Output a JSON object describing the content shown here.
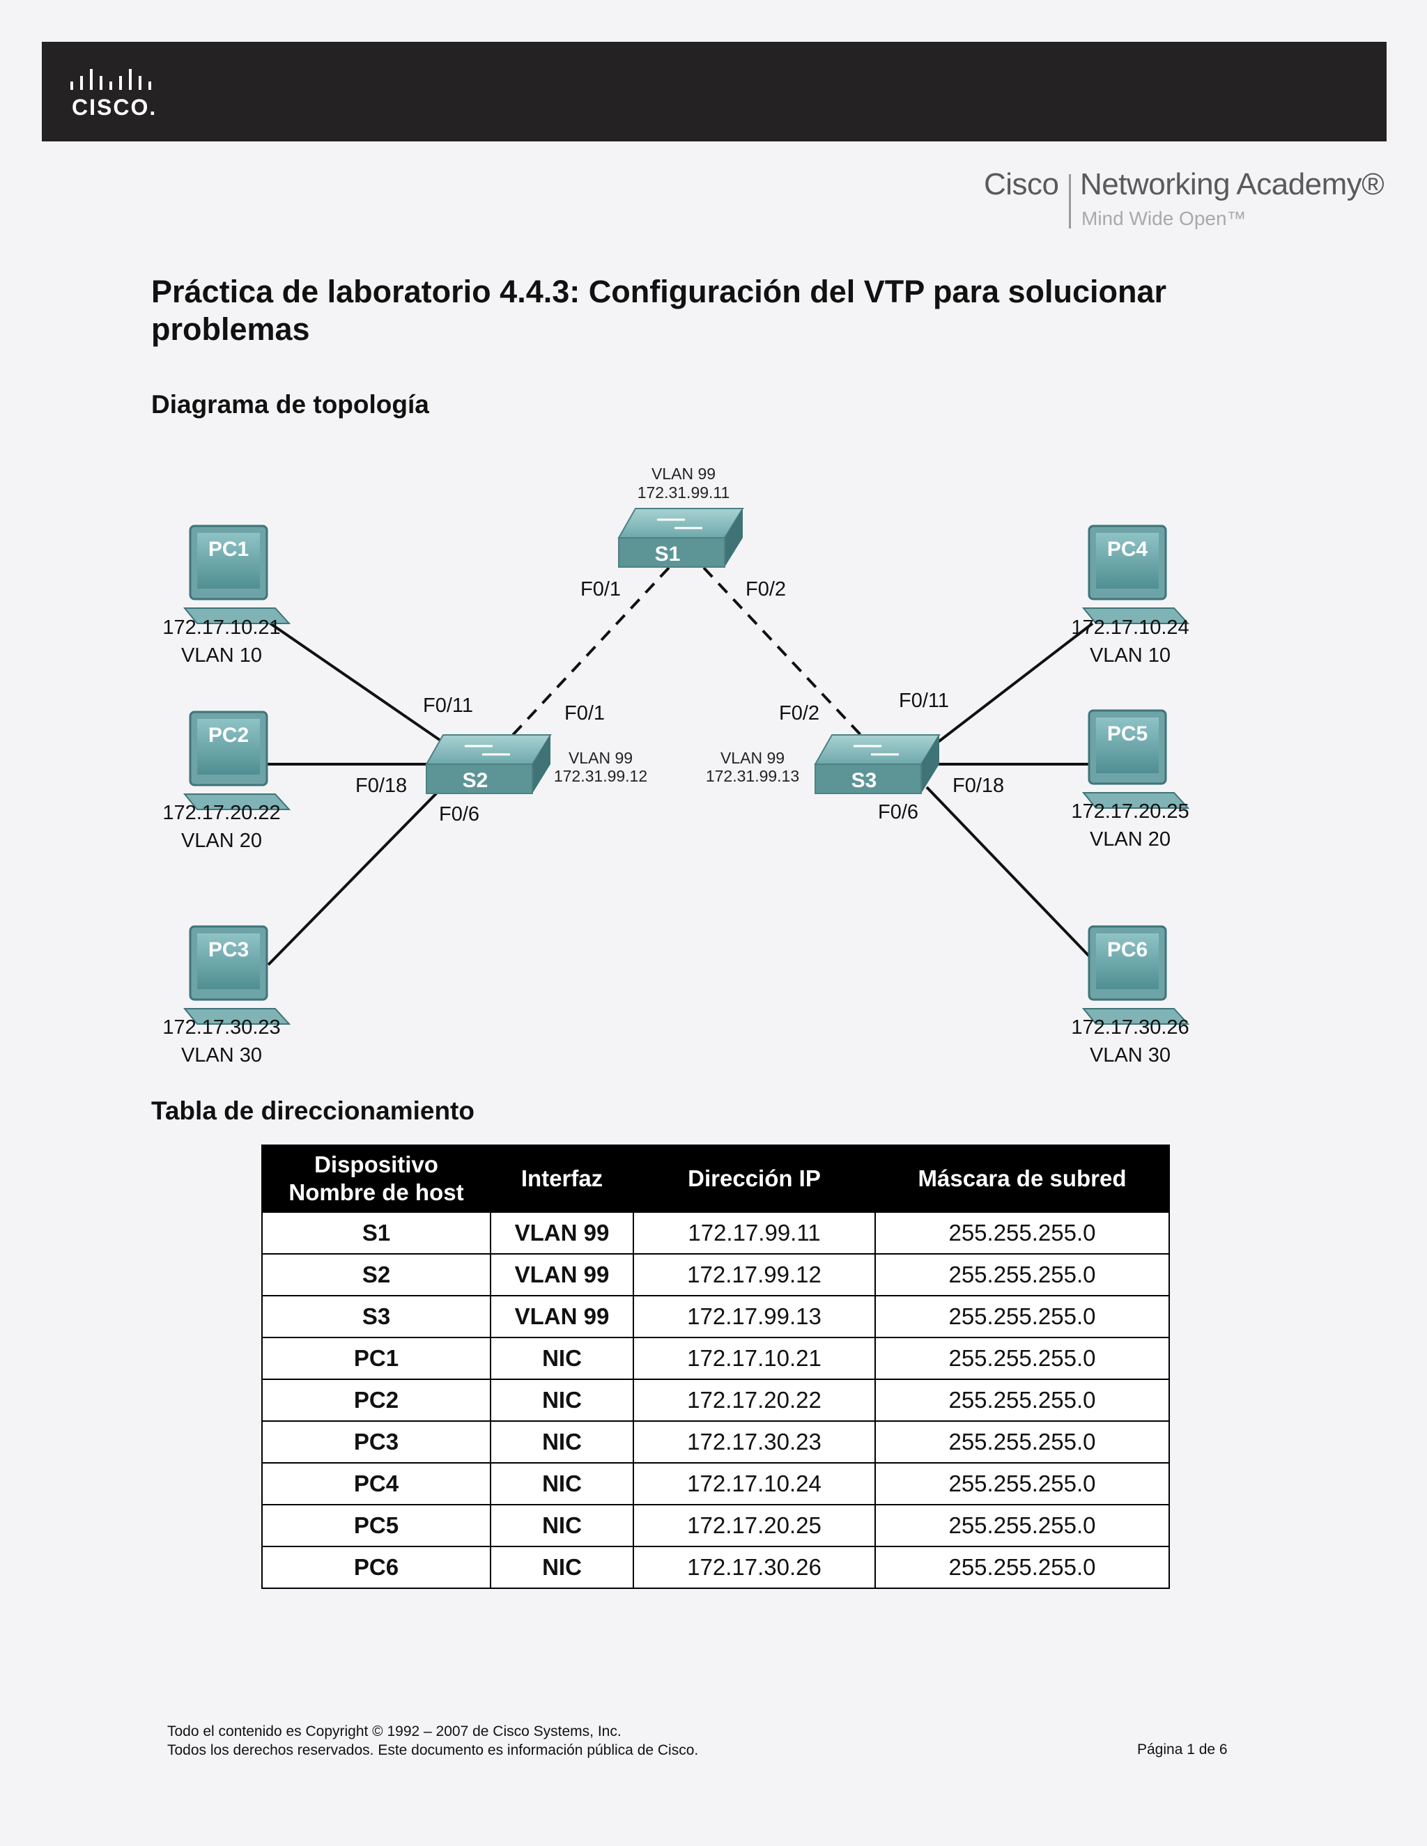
{
  "header": {
    "cisco": "Cisco",
    "academy": "Networking Academy®",
    "tagline": "Mind Wide Open™"
  },
  "title": "Práctica de laboratorio 4.4.3: Configuración del VTP para solucionar problemas",
  "topology_heading": "Diagrama de topología",
  "topology": {
    "s1": {
      "name": "S1",
      "vlan": "VLAN 99",
      "ip": "172.31.99.11"
    },
    "s2": {
      "name": "S2",
      "vlan": "VLAN 99",
      "ip": "172.31.99.12"
    },
    "s3": {
      "name": "S3",
      "vlan": "VLAN 99",
      "ip": "172.31.99.13"
    },
    "pcs": [
      {
        "name": "PC1",
        "ip": "172.17.10.21",
        "vlan": "VLAN 10"
      },
      {
        "name": "PC2",
        "ip": "172.17.20.22",
        "vlan": "VLAN 20"
      },
      {
        "name": "PC3",
        "ip": "172.17.30.23",
        "vlan": "VLAN 30"
      },
      {
        "name": "PC4",
        "ip": "172.17.10.24",
        "vlan": "VLAN 10"
      },
      {
        "name": "PC5",
        "ip": "172.17.20.25",
        "vlan": "VLAN 20"
      },
      {
        "name": "PC6",
        "ip": "172.17.30.26",
        "vlan": "VLAN 30"
      }
    ],
    "ports": {
      "s1_left": "F0/1",
      "s1_right": "F0/2",
      "s2_up": "F0/1",
      "s2_pc1": "F0/11",
      "s2_pc2": "F0/18",
      "s2_pc3": "F0/6",
      "s3_up": "F0/2",
      "s3_pc4": "F0/11",
      "s3_pc5": "F0/18",
      "s3_pc6": "F0/6"
    }
  },
  "table_heading": "Tabla de direccionamiento",
  "table": {
    "headers": [
      "Dispositivo",
      "Nombre de host",
      "Interfaz",
      "Dirección IP",
      "Máscara de subred"
    ],
    "rows": [
      [
        "S1",
        "VLAN 99",
        "172.17.99.11",
        "255.255.255.0"
      ],
      [
        "S2",
        "VLAN 99",
        "172.17.99.12",
        "255.255.255.0"
      ],
      [
        "S3",
        "VLAN 99",
        "172.17.99.13",
        "255.255.255.0"
      ],
      [
        "PC1",
        "NIC",
        "172.17.10.21",
        "255.255.255.0"
      ],
      [
        "PC2",
        "NIC",
        "172.17.20.22",
        "255.255.255.0"
      ],
      [
        "PC3",
        "NIC",
        "172.17.30.23",
        "255.255.255.0"
      ],
      [
        "PC4",
        "NIC",
        "172.17.10.24",
        "255.255.255.0"
      ],
      [
        "PC5",
        "NIC",
        "172.17.20.25",
        "255.255.255.0"
      ],
      [
        "PC6",
        "NIC",
        "172.17.30.26",
        "255.255.255.0"
      ]
    ]
  },
  "footer": {
    "line1": "Todo el contenido es Copyright © 1992 – 2007 de Cisco Systems, Inc.",
    "line2": "Todos los derechos reservados. Este documento es información pública de Cisco.",
    "page": "Página 1 de 6"
  }
}
